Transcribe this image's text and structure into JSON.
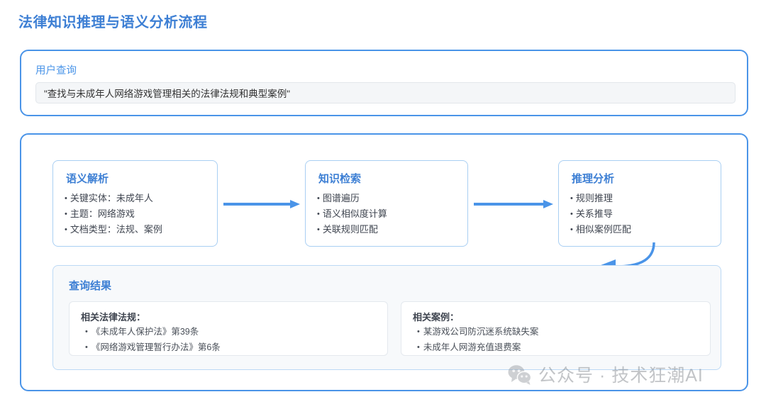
{
  "page": {
    "title": "法律知识推理与语义分析流程",
    "accent_color": "#3d7fd4",
    "border_color": "#4a94e8",
    "box_border_color": "#a9cff3"
  },
  "query": {
    "label": "用户查询",
    "value": "\"查找与未成年人网络游戏管理相关的法律法规和典型案例\"",
    "placeholder": "\"查找与未成年人网络游戏管理相关的法律法规和典型案例\""
  },
  "flow": {
    "stages": [
      {
        "title": "语义解析",
        "items": [
          "关键实体：未成年人",
          "主题：网络游戏",
          "文档类型：法规、案例"
        ]
      },
      {
        "title": "知识检索",
        "items": [
          "图谱遍历",
          "语义相似度计算",
          "关联规则匹配"
        ]
      },
      {
        "title": "推理分析",
        "items": [
          "规则推理",
          "关系推导",
          "相似案例匹配"
        ]
      }
    ],
    "arrows": [
      {
        "name": "arrow-stage-0-to-1",
        "direction": "right"
      },
      {
        "name": "arrow-stage-1-to-2",
        "direction": "right"
      },
      {
        "name": "arrow-stage-2-to-results",
        "direction": "curved-left-down"
      }
    ]
  },
  "results": {
    "title": "查询结果",
    "cards": [
      {
        "heading": "相关法律法规：",
        "items": [
          "《未成年人保护法》第39条",
          "《网络游戏管理暂行办法》第6条"
        ]
      },
      {
        "heading": "相关案例：",
        "items": [
          "某游戏公司防沉迷系统缺失案",
          "未成年人网游充值退费案"
        ]
      }
    ]
  },
  "watermark": {
    "icon": "wechat-icon",
    "text": "公众号 · 技术狂潮AI"
  }
}
